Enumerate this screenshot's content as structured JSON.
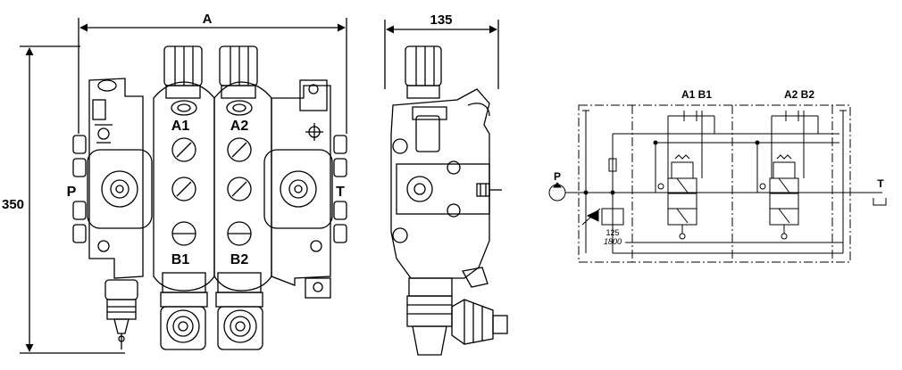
{
  "front_view": {
    "dim_width": "A",
    "dim_height": "350",
    "port_p": "P",
    "port_t": "T",
    "ports": [
      "A1",
      "A2",
      "B1",
      "B2"
    ]
  },
  "side_view": {
    "dim_width": "135"
  },
  "schematic": {
    "pump_label": "P",
    "tank_label": "T",
    "section1_label": "A1 B1",
    "section2_label": "A2 B2",
    "relief_value_top": "125",
    "relief_value_bottom": "1800"
  },
  "colors": {
    "line": "#000000",
    "body_fill": "#ffffff",
    "background": "#ffffff"
  }
}
